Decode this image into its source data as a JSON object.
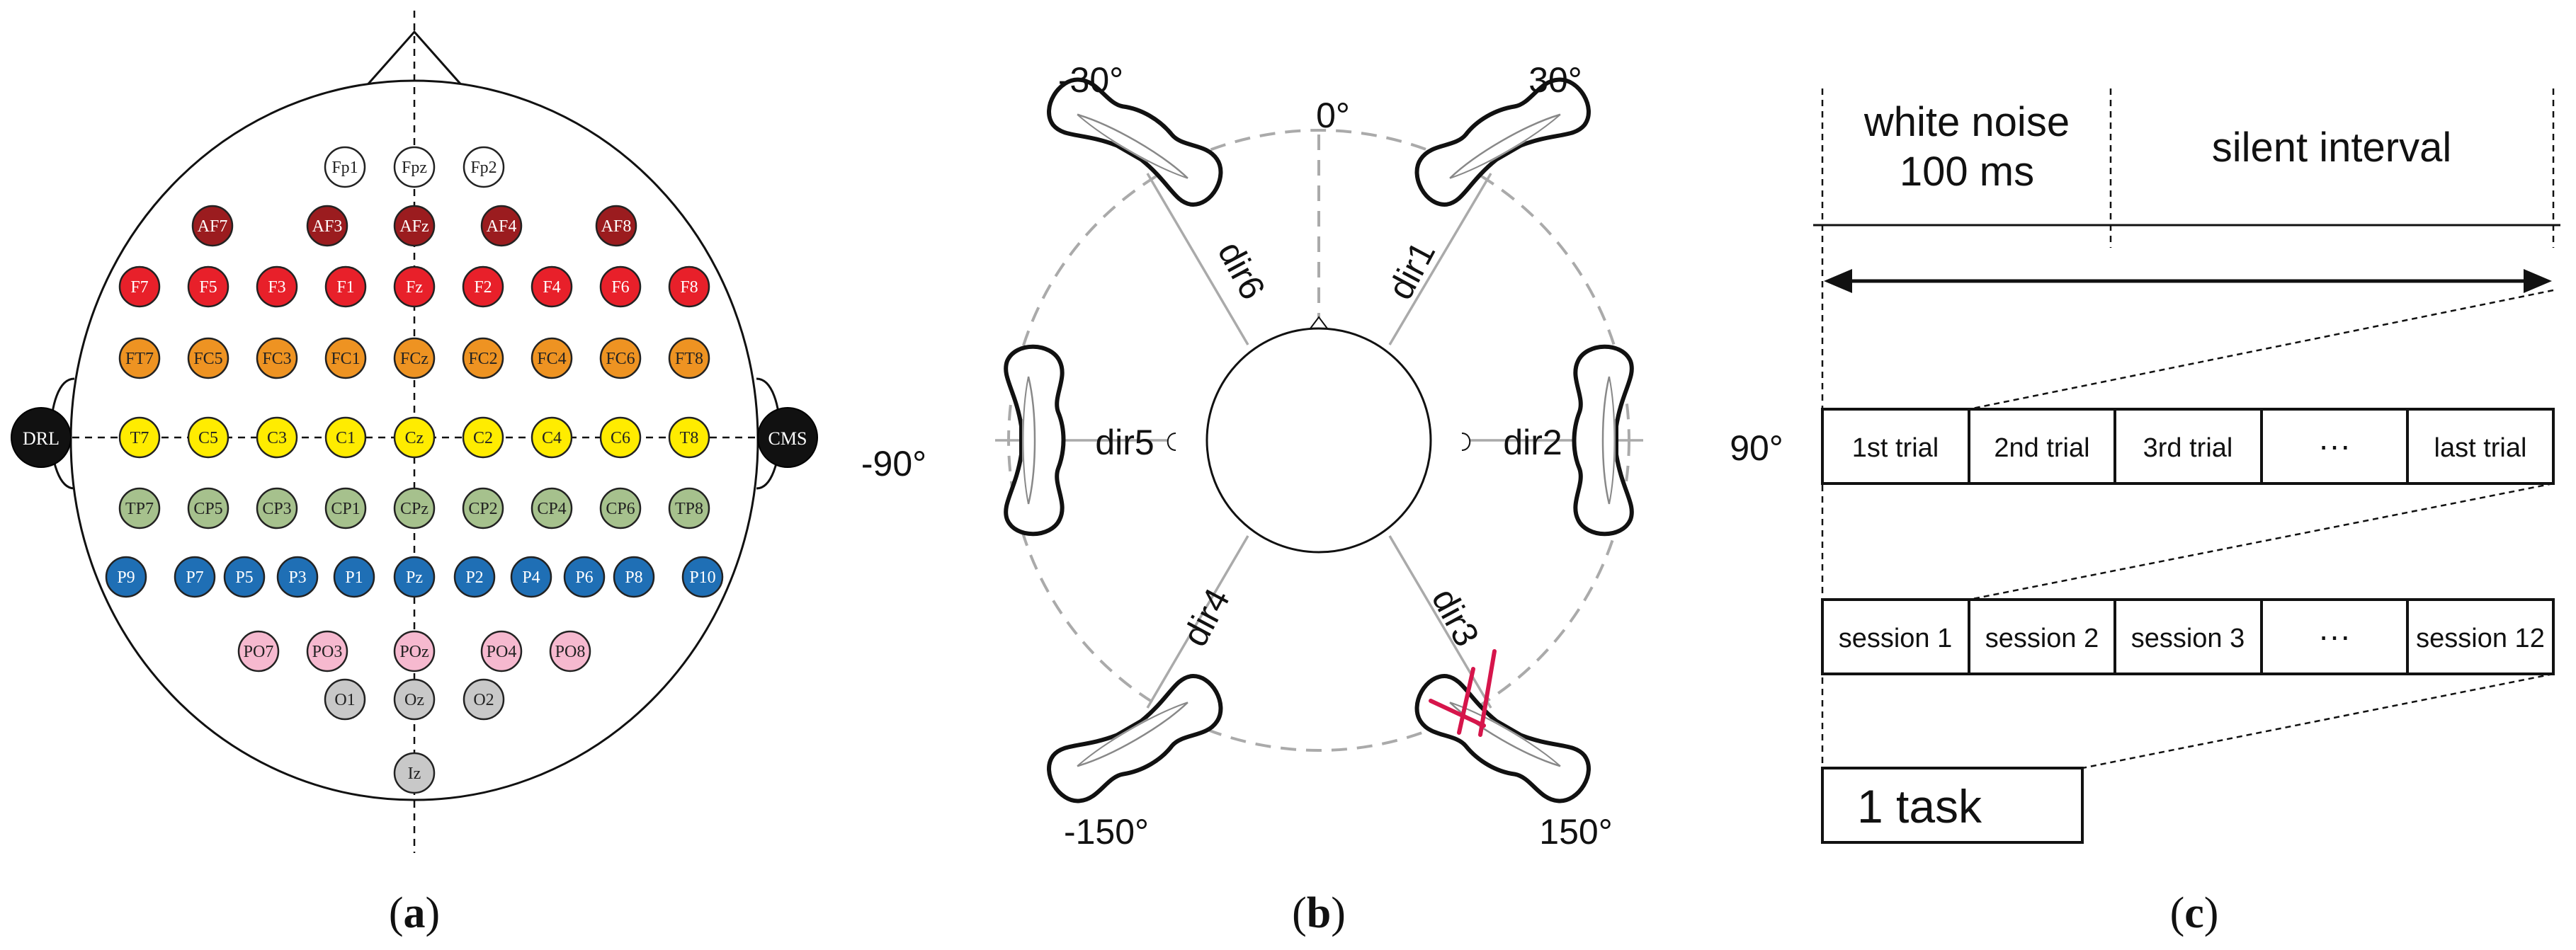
{
  "panels": {
    "a": {
      "caption_open": "(",
      "caption_letter": "a",
      "caption_close": ")",
      "reference_left": "DRL",
      "reference_right": "CMS",
      "color_groups": {
        "white": "#ffffff",
        "darkred": "#9b1c1f",
        "red": "#e8202a",
        "orange": "#ee9322",
        "yellow": "#ffec00",
        "green": "#a6c18d",
        "blue": "#1f6fb5",
        "pink": "#f6b9cf",
        "gray": "#c8c8c8",
        "black": "#111111"
      },
      "electrode_rows": [
        {
          "group": "white",
          "labels": [
            "Fp1",
            "Fpz",
            "Fp2"
          ]
        },
        {
          "group": "darkred",
          "labels": [
            "AF7",
            "AF3",
            "AFz",
            "AF4",
            "AF8"
          ]
        },
        {
          "group": "red",
          "labels": [
            "F7",
            "F5",
            "F3",
            "F1",
            "Fz",
            "F2",
            "F4",
            "F6",
            "F8"
          ]
        },
        {
          "group": "orange",
          "labels": [
            "FT7",
            "FC5",
            "FC3",
            "FC1",
            "FCz",
            "FC2",
            "FC4",
            "FC6",
            "FT8"
          ]
        },
        {
          "group": "yellow",
          "labels": [
            "T7",
            "C5",
            "C3",
            "C1",
            "Cz",
            "C2",
            "C4",
            "C6",
            "T8"
          ]
        },
        {
          "group": "green",
          "labels": [
            "TP7",
            "CP5",
            "CP3",
            "CP1",
            "CPz",
            "CP2",
            "CP4",
            "CP6",
            "TP8"
          ]
        },
        {
          "group": "blue",
          "labels": [
            "P9",
            "P7",
            "P5",
            "P3",
            "P1",
            "Pz",
            "P2",
            "P4",
            "P6",
            "P8",
            "P10"
          ]
        },
        {
          "group": "pink",
          "labels": [
            "PO7",
            "PO3",
            "POz",
            "PO4",
            "PO8"
          ]
        },
        {
          "group": "gray",
          "labels": [
            "O1",
            "Oz",
            "O2"
          ]
        },
        {
          "group": "gray",
          "labels": [
            "Iz"
          ]
        }
      ]
    },
    "b": {
      "caption_open": "(",
      "caption_letter": "b",
      "caption_close": ")",
      "angles": [
        "0°",
        "30°",
        "90°",
        "150°",
        "-150°",
        "-90°",
        "-30°"
      ],
      "directions": [
        "dir1",
        "dir2",
        "dir3",
        "dir4",
        "dir5",
        "dir6"
      ],
      "marker_color": "#d6154b"
    },
    "c": {
      "caption_open": "(",
      "caption_letter": "c",
      "caption_close": ")",
      "stimulus_line1": "white noise",
      "stimulus_line2": "100 ms",
      "silent_interval": "silent interval",
      "trials": [
        "1st trial",
        "2nd trial",
        "3rd trial",
        "···",
        "last trial"
      ],
      "sessions": [
        "session 1",
        "session 2",
        "session 3",
        "···",
        "session 12"
      ],
      "task": "1 task"
    }
  }
}
